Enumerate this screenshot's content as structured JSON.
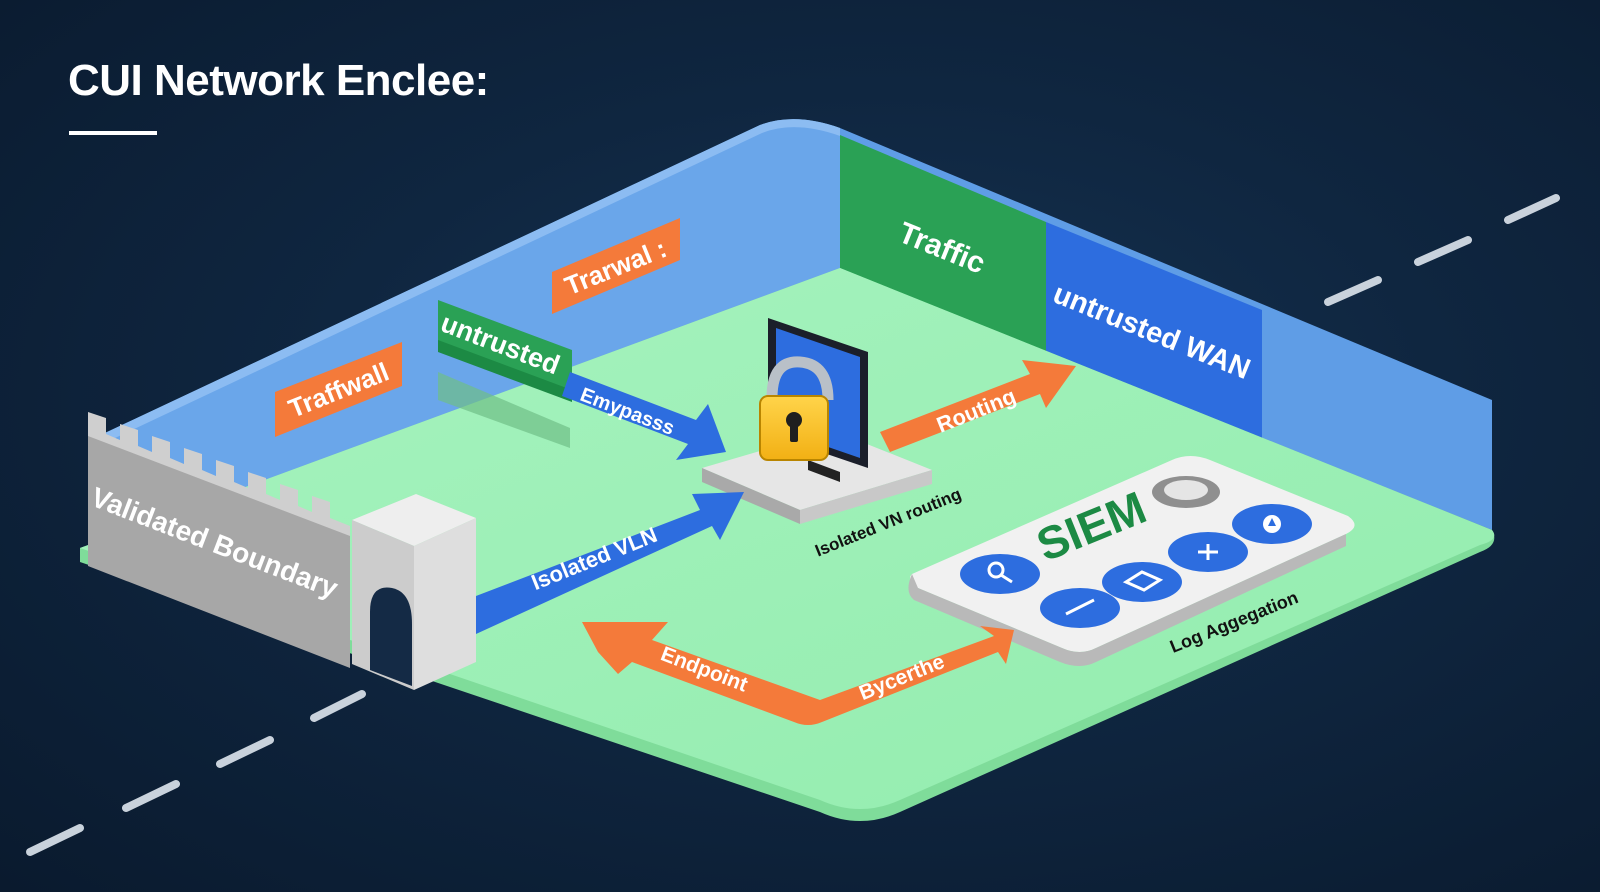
{
  "title": "CUI Network Enclee:",
  "labels": {
    "traffwall": "Traffwall",
    "trarwal": "Trarwal :",
    "untrusted": "untrusted",
    "traffic": "Traffic",
    "untrusted_wan": "untrusted WAN",
    "validated_boundary": "Validated Boundary",
    "emypasss": "Emypasss",
    "routing": "Routing",
    "isolated_vlan": "Isolated VLN",
    "isolated_vn_routing": "Isolated VN routing",
    "siem": "SIEM",
    "log_aggregation": "Log Aggegation",
    "endpoint": "Endpoint",
    "bycerthe": "Bycerthe"
  },
  "icons": [
    "lock-icon",
    "monitor-icon",
    "search-icon",
    "plus-icon",
    "upload-icon",
    "folder-icon",
    "edit-icon",
    "toggle-ring-icon"
  ],
  "colors": {
    "background": "#0f2640",
    "floor": "#9bf0b5",
    "wall_blue": "#6aa6ea",
    "green": "#2aa155",
    "blue": "#2d6ddf",
    "orange": "#f47a3a",
    "gray": "#b9b9b9"
  }
}
